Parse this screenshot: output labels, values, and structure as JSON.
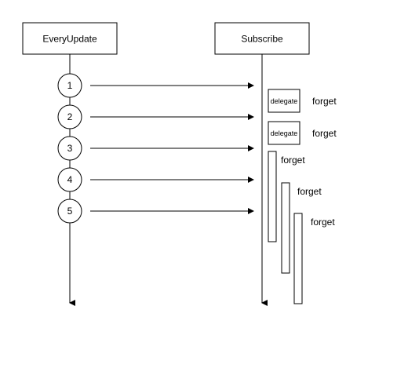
{
  "colors": {
    "stroke": "#000000",
    "fill": "#ffffff",
    "text": "#000000"
  },
  "lifelines": {
    "left": {
      "label": "EveryUpdate"
    },
    "right": {
      "label": "Subscribe"
    }
  },
  "steps": [
    {
      "label": "1"
    },
    {
      "label": "2"
    },
    {
      "label": "3"
    },
    {
      "label": "4"
    },
    {
      "label": "5"
    }
  ],
  "delegates": [
    {
      "label": "delegate"
    },
    {
      "label": "delegate"
    }
  ],
  "forget_labels": [
    {
      "label": "forget"
    },
    {
      "label": "forget"
    },
    {
      "label": "forget"
    },
    {
      "label": "forget"
    },
    {
      "label": "forget"
    }
  ]
}
